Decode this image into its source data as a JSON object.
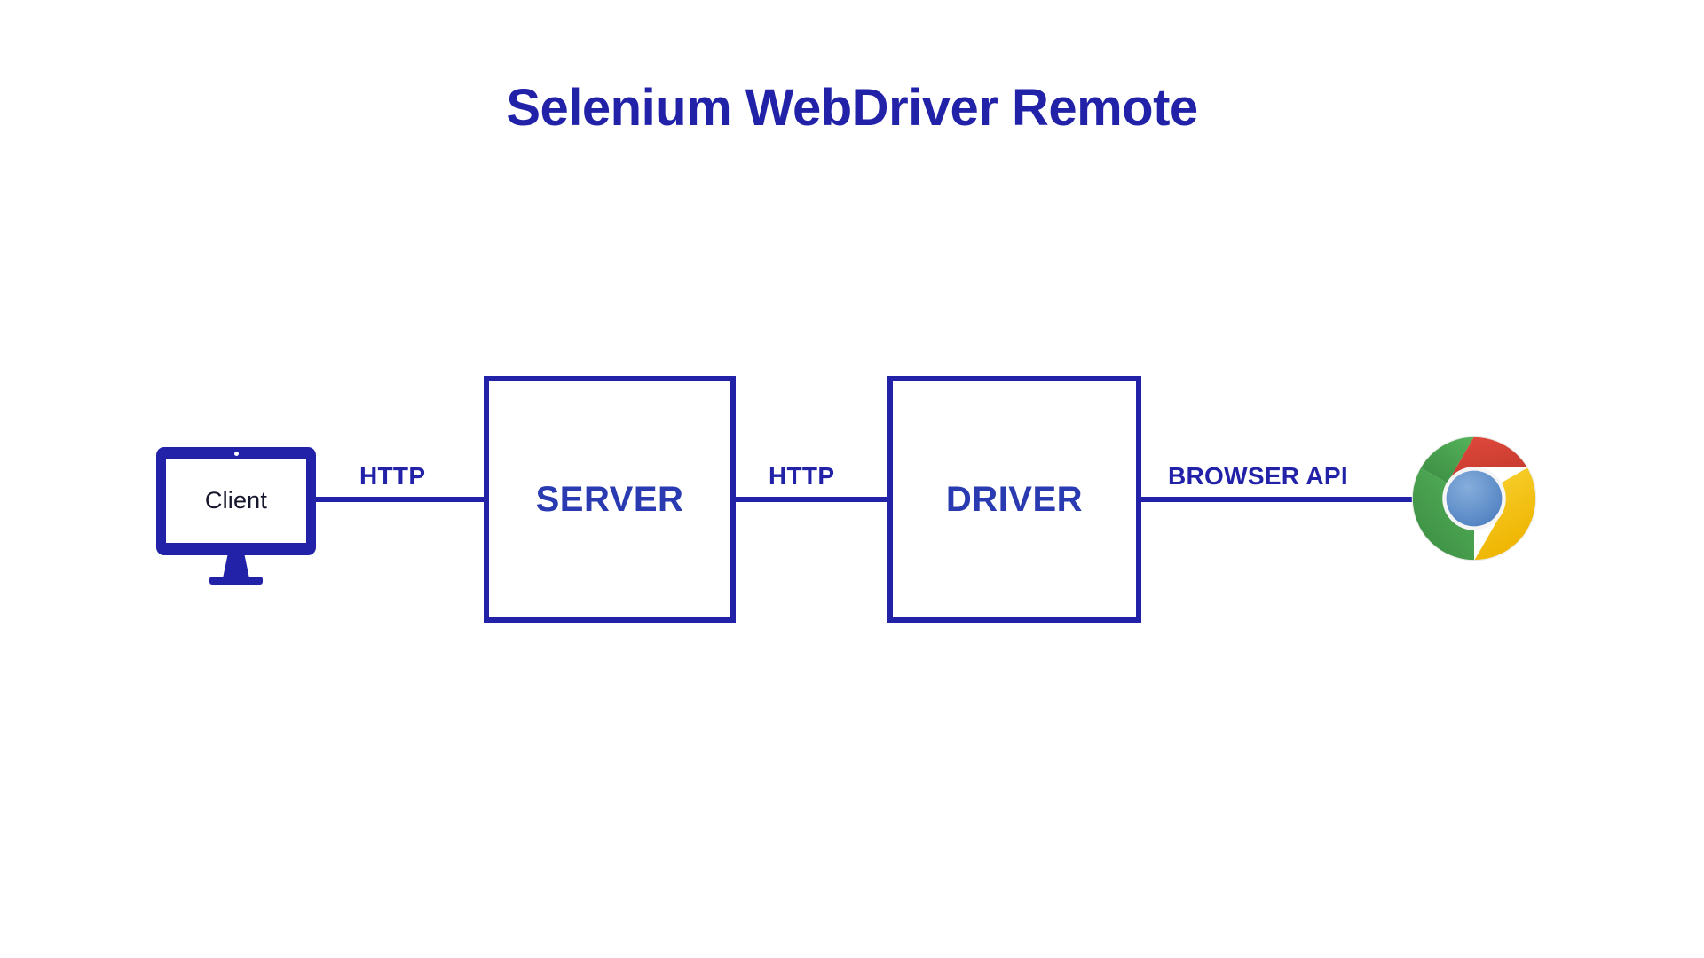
{
  "page": {
    "title": "Selenium WebDriver Remote",
    "background": "#ffffff",
    "accent_color": "#2222A8",
    "label_color": "#2222A8",
    "client_text_color": "#15152b"
  },
  "diagram": {
    "type": "flow",
    "orientation": "horizontal",
    "nodes": [
      {
        "id": "client",
        "label": "Client",
        "kind": "monitor-icon"
      },
      {
        "id": "server",
        "label": "SERVER",
        "kind": "box"
      },
      {
        "id": "driver",
        "label": "DRIVER",
        "kind": "box"
      },
      {
        "id": "browser",
        "label": "",
        "kind": "chrome-logo"
      }
    ],
    "connectors": [
      {
        "id": "client-server",
        "from": "client",
        "to": "server",
        "label": "HTTP"
      },
      {
        "id": "server-driver",
        "from": "server",
        "to": "driver",
        "label": "HTTP"
      },
      {
        "id": "driver-browser",
        "from": "driver",
        "to": "browser",
        "label": "BROWSER API"
      }
    ]
  },
  "chrome_logo": {
    "name": "chrome-logo",
    "colors": {
      "red": "#DB4437",
      "yellow": "#F4C20D",
      "green": "#4CA750",
      "blue": "#5B88C8",
      "ring": "#ffffff"
    }
  }
}
